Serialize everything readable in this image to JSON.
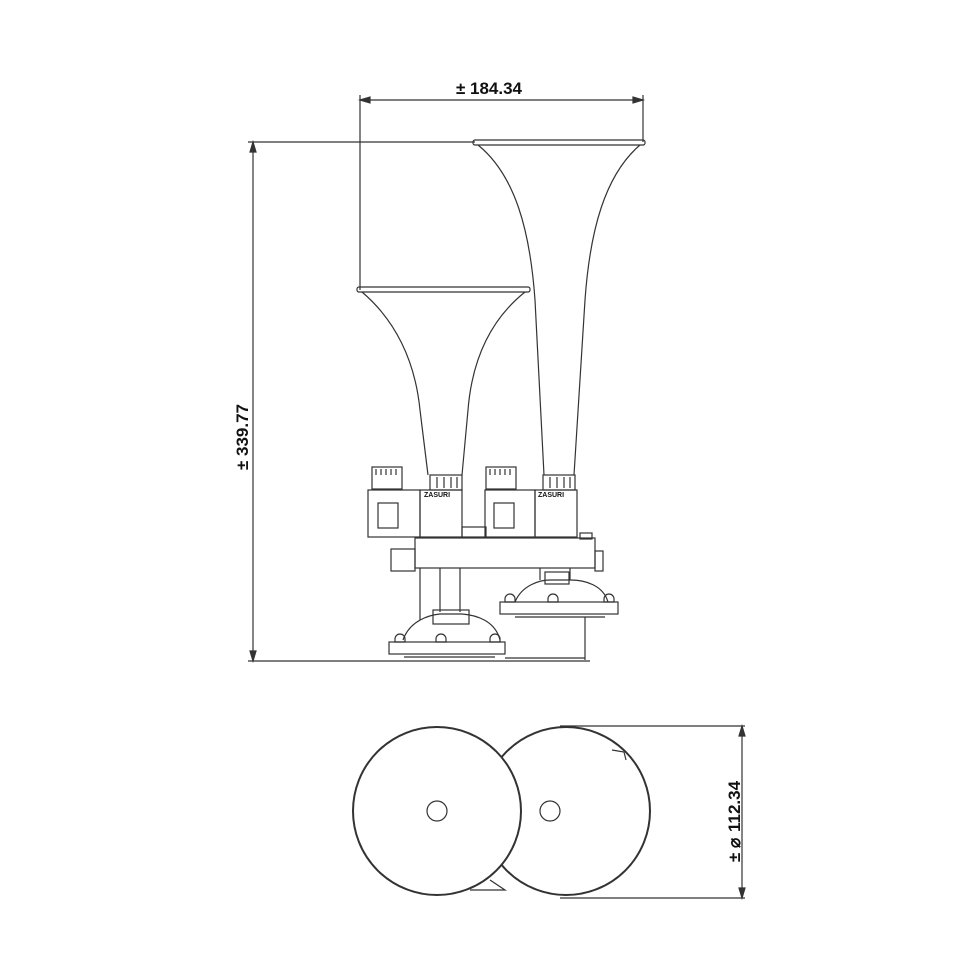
{
  "drawing": {
    "title": "Dual air horn technical drawing",
    "views": [
      "front-elevation",
      "bottom-view"
    ],
    "dimensions": {
      "width": {
        "prefix": "±",
        "value": "184.34"
      },
      "height": {
        "prefix": "±",
        "value": "339.77"
      },
      "diameter": {
        "prefix": "±",
        "symbol": "⌀",
        "value": "112.34"
      }
    },
    "labels": {
      "solenoid_brand_left": "ZASURI",
      "solenoid_brand_right": "ZASURI"
    },
    "colors": {
      "line": "#333333",
      "background": "#ffffff"
    }
  }
}
